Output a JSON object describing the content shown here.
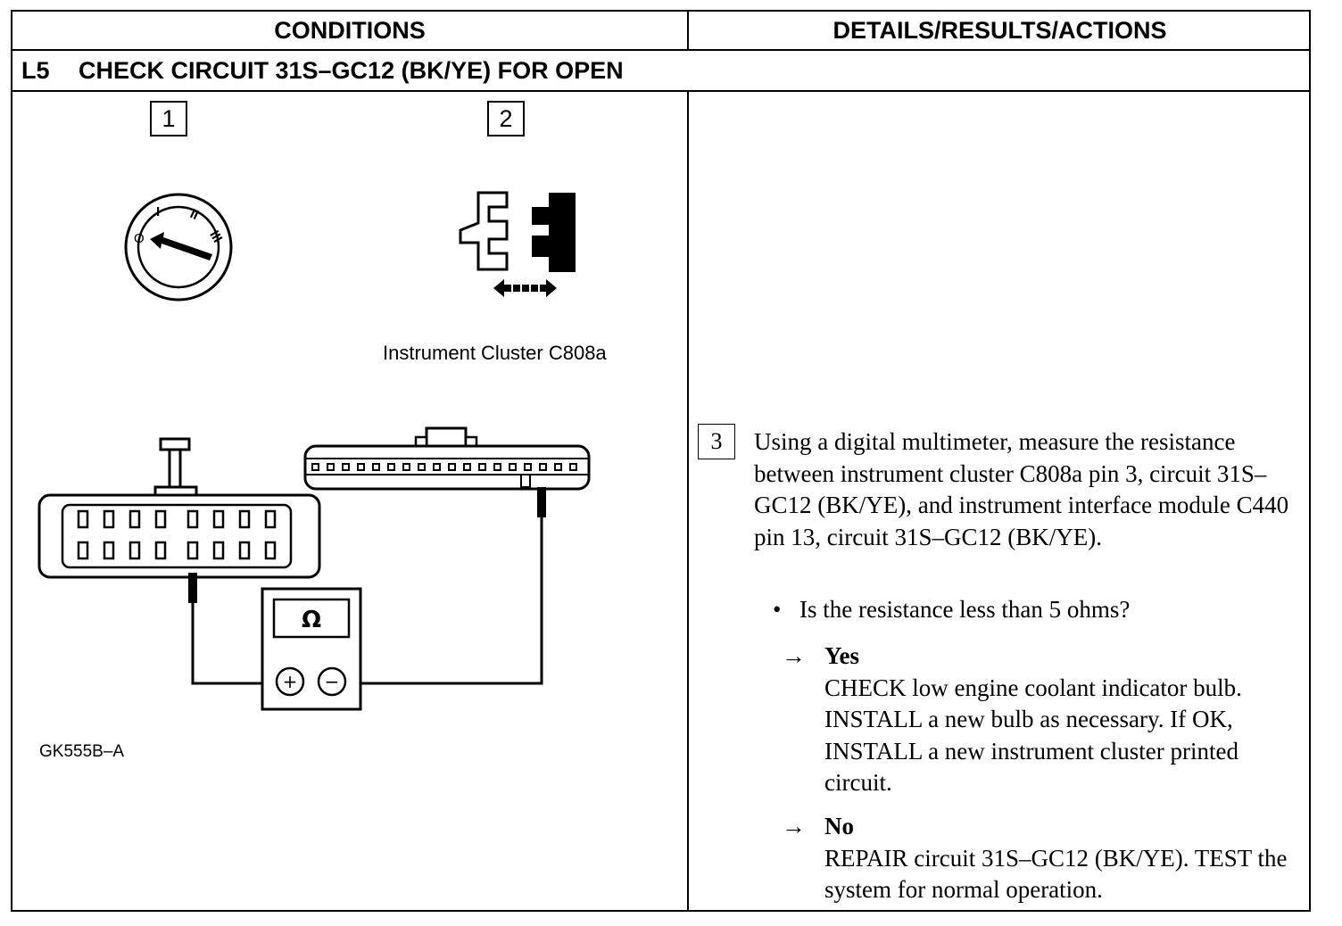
{
  "header": {
    "conditions": "CONDITIONS",
    "details": "DETAILS/RESULTS/ACTIONS"
  },
  "step": {
    "code": "L5",
    "title": "CHECK CIRCUIT 31S–GC12 (BK/YE) FOR OPEN"
  },
  "conditions": {
    "box1": "1",
    "box2": "2",
    "connector_caption": "Instrument Cluster C808a",
    "meter_symbol": "Ω",
    "meter_plus": "+",
    "meter_minus": "−",
    "figure_id": "GK555B–A",
    "ignition_marks": [
      "O",
      "I",
      "II",
      "III"
    ]
  },
  "details": {
    "box3": "3",
    "instruction": "Using a digital multimeter, measure the resistance between instrument cluster C808a pin 3, circuit 31S–GC12 (BK/YE), and instrument interface module C440 pin 13, circuit 31S–GC12 (BK/YE).",
    "question_bullet": "•",
    "question": "Is the resistance less than 5 ohms?",
    "yes": {
      "arrow": "→",
      "label": "Yes",
      "text": "CHECK low engine coolant indicator bulb. INSTALL a new bulb as necessary. If OK, INSTALL a new instrument cluster printed circuit."
    },
    "no": {
      "arrow": "→",
      "label": "No",
      "text": "REPAIR circuit 31S–GC12 (BK/YE). TEST the system for normal operation."
    }
  }
}
